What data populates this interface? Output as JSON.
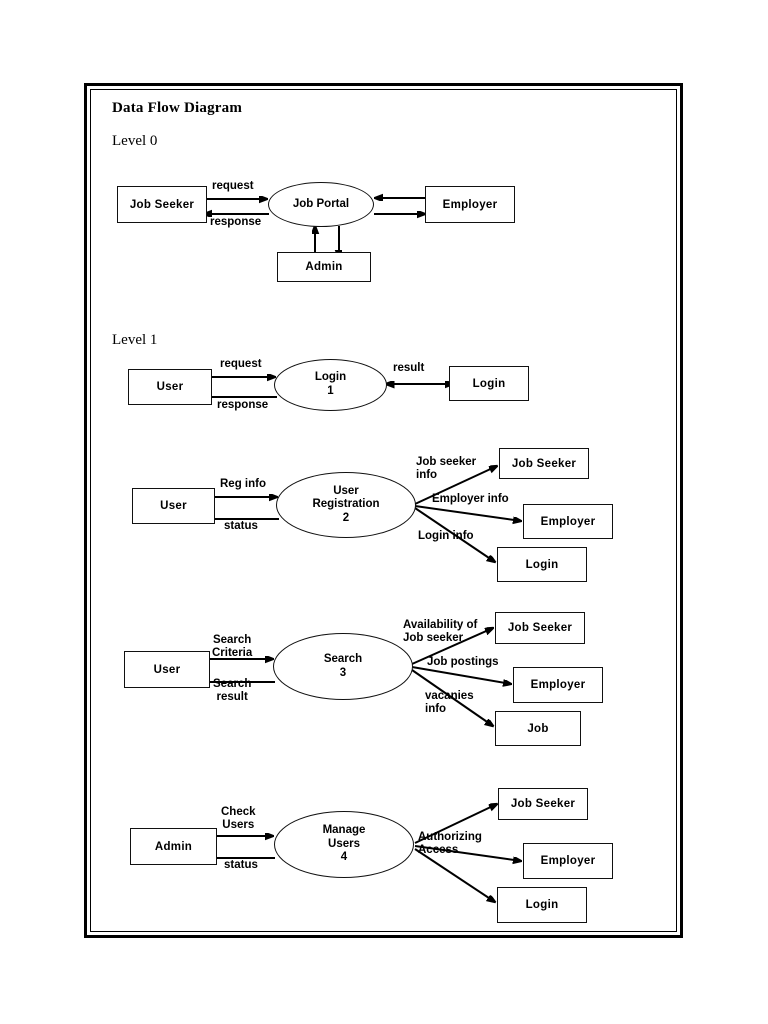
{
  "document": {
    "title": "Data Flow Diagram",
    "levels": [
      {
        "key": "level0",
        "label": "Level 0"
      },
      {
        "key": "level1",
        "label": "Level 1"
      }
    ]
  },
  "level0": {
    "process": {
      "name": "Job Portal",
      "number": ""
    },
    "entities": {
      "job_seeker": "Job Seeker",
      "employer": "Employer",
      "admin": "Admin"
    },
    "flows": {
      "request": "request",
      "response": "response"
    }
  },
  "level1": {
    "p1": {
      "process_name": "Login",
      "process_number": "1",
      "source": "User",
      "store": "Login",
      "flows": {
        "in": "request",
        "out": "response",
        "result": "result"
      }
    },
    "p2": {
      "process_name_line1": "User",
      "process_name_line2": "Registration",
      "process_number": "2",
      "source": "User",
      "stores": {
        "job_seeker": "Job Seeker",
        "employer": "Employer",
        "login": "Login"
      },
      "flows": {
        "in": "Reg info",
        "out": "status",
        "job_seeker_info_line1": "Job seeker",
        "job_seeker_info_line2": "info",
        "employer_info": "Employer info",
        "login_info": "Login info"
      }
    },
    "p3": {
      "process_name": "Search",
      "process_number": "3",
      "source": "User",
      "stores": {
        "job_seeker": "Job Seeker",
        "employer": "Employer",
        "job": "Job"
      },
      "flows": {
        "in_line1": "Search",
        "in_line2": "Criteria",
        "out_line1": "Search",
        "out_line2": "result",
        "availability_line1": "Availability of",
        "availability_line2": "Job seeker",
        "job_postings": "Job postings",
        "vacancies_line1": "vacanies",
        "vacancies_line2": "info"
      }
    },
    "p4": {
      "process_name_line1": "Manage",
      "process_name_line2": "Users",
      "process_number": "4",
      "source": "Admin",
      "stores": {
        "job_seeker": "Job Seeker",
        "employer": "Employer",
        "login": "Login"
      },
      "flows": {
        "in_line1": "Check",
        "in_line2": "Users",
        "out": "status",
        "authorizing_line1": "Authorizing",
        "authorizing_line2": "Access"
      }
    }
  },
  "colors": {
    "ink": "#000000",
    "paper": "#ffffff",
    "frame": "#000000"
  }
}
